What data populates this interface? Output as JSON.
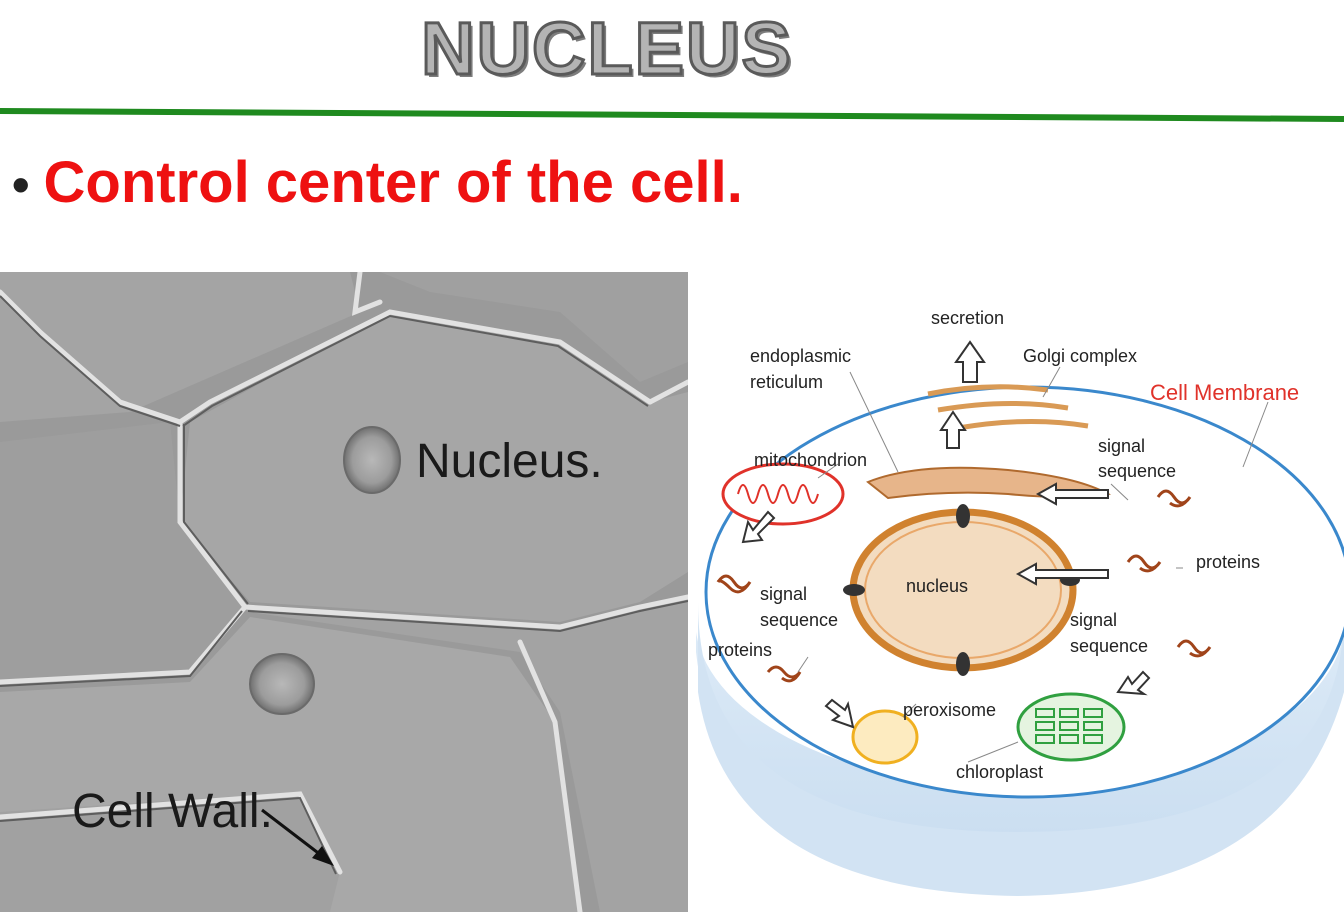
{
  "slide": {
    "title": "NUCLEUS",
    "bullet": "Control center of the cell."
  },
  "micrograph": {
    "label_nucleus": "Nucleus.",
    "label_cell_wall": "Cell Wall."
  },
  "diagram": {
    "labels": {
      "secretion": "secretion",
      "golgi": "Golgi complex",
      "er_line1": "endoplasmic",
      "er_line2": "reticulum",
      "cell_membrane": "Cell Membrane",
      "mitochondrion": "mitochondrion",
      "signal_top_1": "signal",
      "signal_top_2": "sequence",
      "signal_left_1": "signal",
      "signal_left_2": "sequence",
      "signal_right_1": "signal",
      "signal_right_2": "sequence",
      "proteins_left": "proteins",
      "proteins_right": "proteins",
      "nucleus": "nucleus",
      "peroxisome": "peroxisome",
      "chloroplast": "chloroplast"
    },
    "colors": {
      "membrane_blue": "#3a88cc",
      "label_red": "#e0322a",
      "nucleus_fill": "#f3dcc0",
      "golgi": "#d99a55"
    }
  }
}
